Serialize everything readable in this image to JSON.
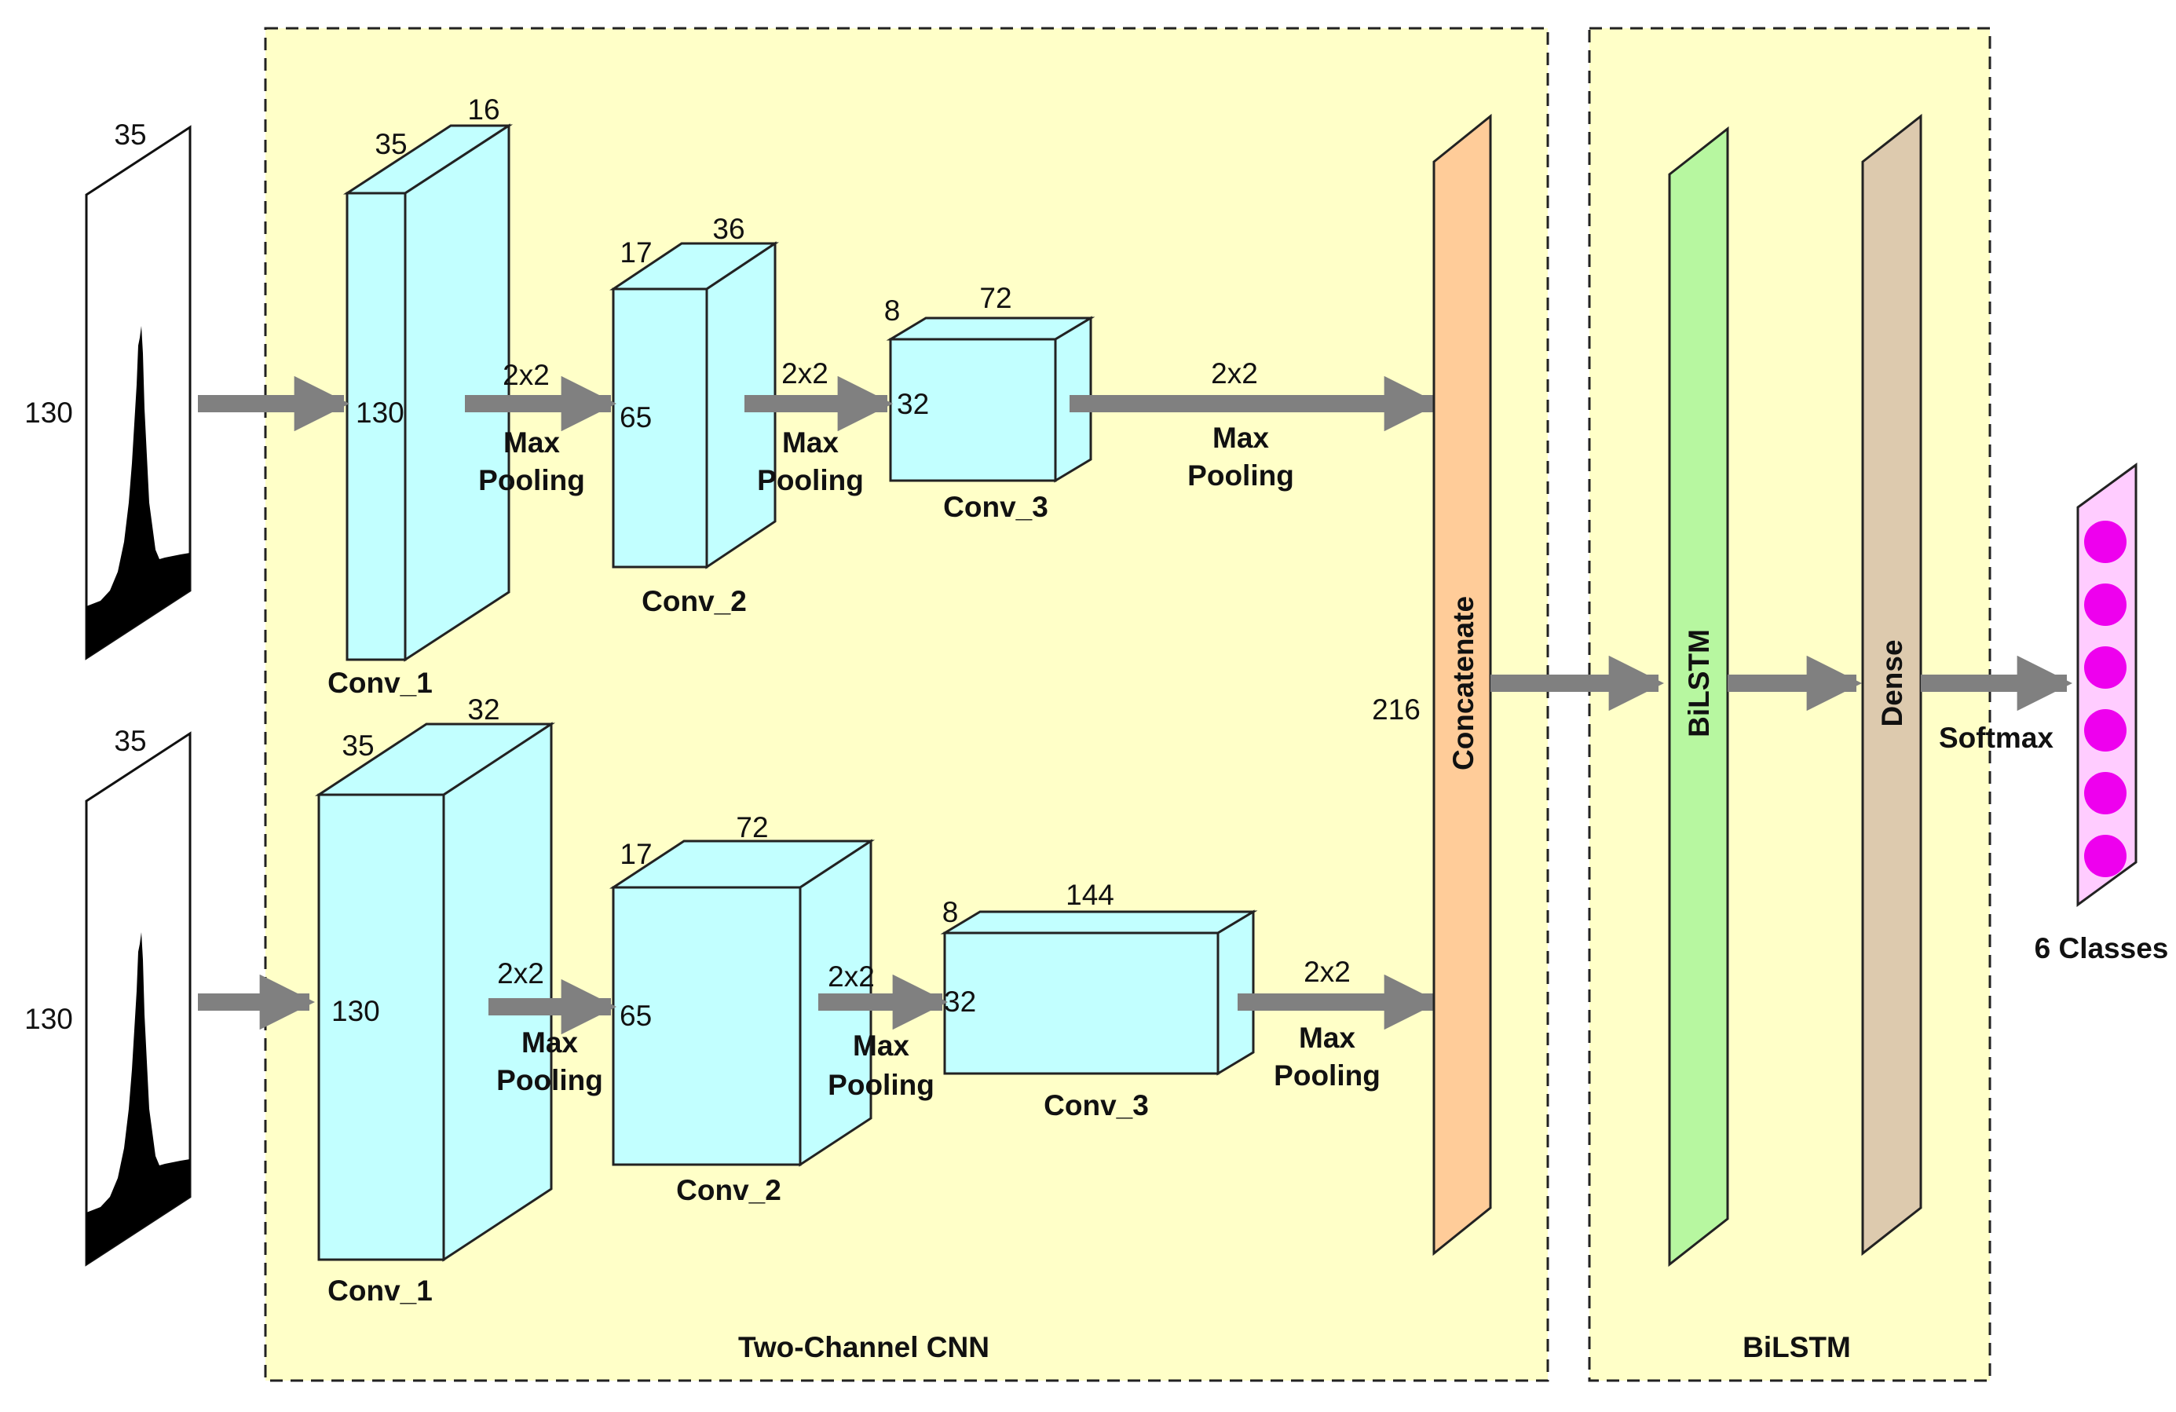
{
  "regions": {
    "cnn_title": "Two-Channel CNN",
    "bilstm_title": "BiLSTM"
  },
  "inputs": [
    {
      "width": "35",
      "height": "130"
    },
    {
      "width": "35",
      "height": "130"
    }
  ],
  "top_branch": {
    "conv1": {
      "name": "Conv_1",
      "w": "35",
      "d": "16",
      "h": "130"
    },
    "pool1": {
      "size": "2x2",
      "label1": "Max",
      "label2": "Pooling"
    },
    "conv2": {
      "name": "Conv_2",
      "w": "17",
      "d": "36",
      "h": "65"
    },
    "pool2": {
      "size": "2x2",
      "label1": "Max",
      "label2": "Pooling"
    },
    "conv3": {
      "name": "Conv_3",
      "w": "8",
      "d": "72",
      "h": "32"
    },
    "pool3": {
      "size": "2x2",
      "label1": "Max",
      "label2": "Pooling"
    }
  },
  "bottom_branch": {
    "conv1": {
      "name": "Conv_1",
      "w": "35",
      "d": "32",
      "h": "130"
    },
    "pool1": {
      "size": "2x2",
      "label1": "Max",
      "label2": "Pooling"
    },
    "conv2": {
      "name": "Conv_2",
      "w": "17",
      "d": "72",
      "h": "65"
    },
    "pool2": {
      "size": "2x2",
      "label1": "Max",
      "label2": "Pooling"
    },
    "conv3": {
      "name": "Conv_3",
      "w": "8",
      "d": "144",
      "h": "32"
    },
    "pool3": {
      "size": "2x2",
      "label1": "Max",
      "label2": "Pooling"
    }
  },
  "concat": {
    "label": "Concatenate",
    "size": "216"
  },
  "bilstm_layer": {
    "label": "BiLSTM"
  },
  "dense_layer": {
    "label": "Dense"
  },
  "softmax": {
    "label": "Softmax"
  },
  "output": {
    "label": "6 Classes",
    "count": 6
  },
  "colors": {
    "region_fill": "#ffffc8",
    "conv_fill": "#c2ffff",
    "concat_fill": "#ffcc99",
    "bilstm_fill": "#b7f7a0",
    "dense_fill": "#ddcaae",
    "output_fill": "#ffccff",
    "output_dot": "#ee00ee",
    "arrow": "#808080"
  }
}
